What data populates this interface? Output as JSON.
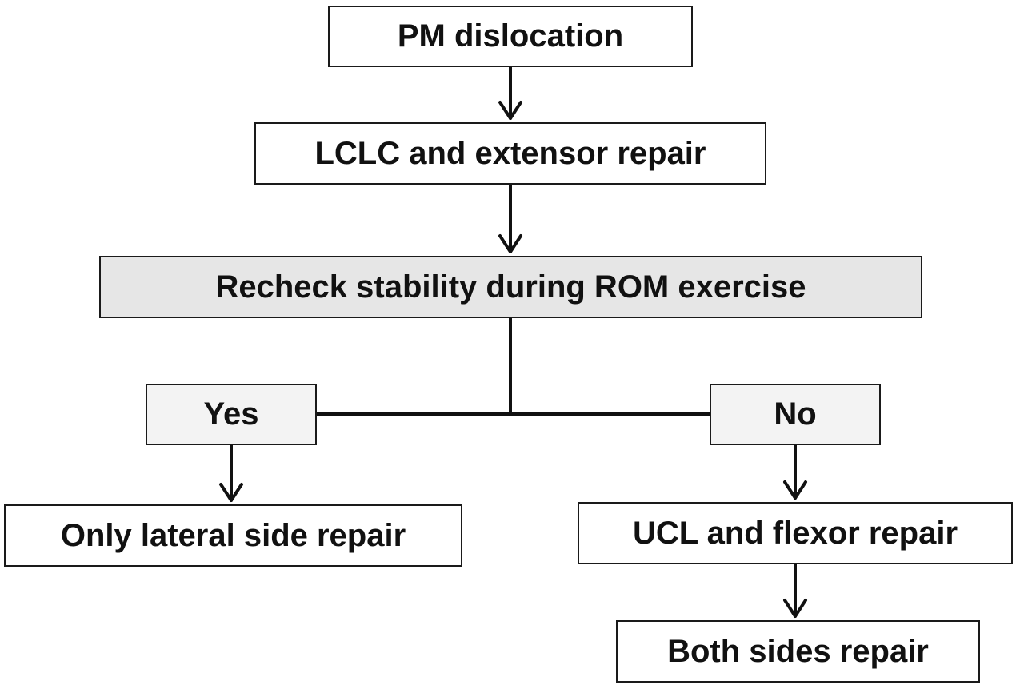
{
  "diagram": {
    "nodes": {
      "pm_dislocation": "PM dislocation",
      "lclc_extensor": "LCLC and extensor repair",
      "recheck_stability": "Recheck stability during ROM exercise",
      "yes": "Yes",
      "no": "No",
      "only_lateral": "Only lateral side repair",
      "ucl_flexor": "UCL and flexor repair",
      "both_sides": "Both sides repair"
    },
    "edges": [
      {
        "from": "pm_dislocation",
        "to": "lclc_extensor",
        "arrow": true
      },
      {
        "from": "lclc_extensor",
        "to": "recheck_stability",
        "arrow": true
      },
      {
        "from": "recheck_stability",
        "to": "yes",
        "arrow": false
      },
      {
        "from": "recheck_stability",
        "to": "no",
        "arrow": false
      },
      {
        "from": "yes",
        "to": "only_lateral",
        "arrow": true
      },
      {
        "from": "no",
        "to": "ucl_flexor",
        "arrow": true
      },
      {
        "from": "ucl_flexor",
        "to": "both_sides",
        "arrow": true
      }
    ],
    "colors": {
      "line": "#111111",
      "recheck_fill": "#e6e6e6",
      "branch_fill": "#f3f3f3"
    }
  }
}
